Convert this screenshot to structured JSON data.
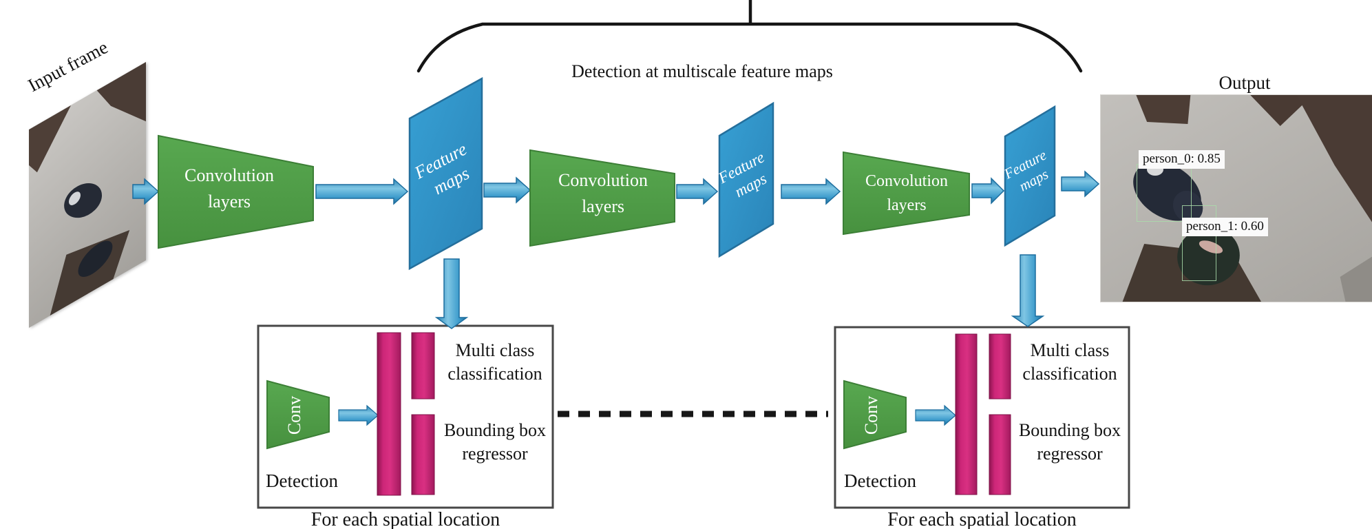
{
  "diagram": {
    "input_label": "Input frame",
    "brace_label": "Detection at multiscale feature maps",
    "output_label": "Output"
  },
  "conv_blocks": [
    {
      "label": "Convolution layers"
    },
    {
      "label": "Convolution layers"
    },
    {
      "label": "Convolution layers"
    }
  ],
  "feature_maps": [
    {
      "label": "Feature maps"
    },
    {
      "label": "Feature maps"
    },
    {
      "label": "Feature maps"
    }
  ],
  "detection_modules": [
    {
      "conv_label": "Conv",
      "classifier_label": "Multi class classification",
      "regressor_label": "Bounding box regressor",
      "module_label": "Detection",
      "caption": "For each spatial location"
    },
    {
      "conv_label": "Conv",
      "classifier_label": "Multi class classification",
      "regressor_label": "Bounding box regressor",
      "module_label": "Detection",
      "caption": "For each spatial location"
    }
  ],
  "output_annotations": [
    {
      "label": "person_0: 0.85"
    },
    {
      "label": "person_1: 0.60"
    }
  ],
  "colors": {
    "arrow_blue": "#3fa0d2",
    "block_green": "#4f9e47",
    "map_blue": "#3191c5",
    "bar_magenta": "#c2266e",
    "line_black": "#151515"
  }
}
